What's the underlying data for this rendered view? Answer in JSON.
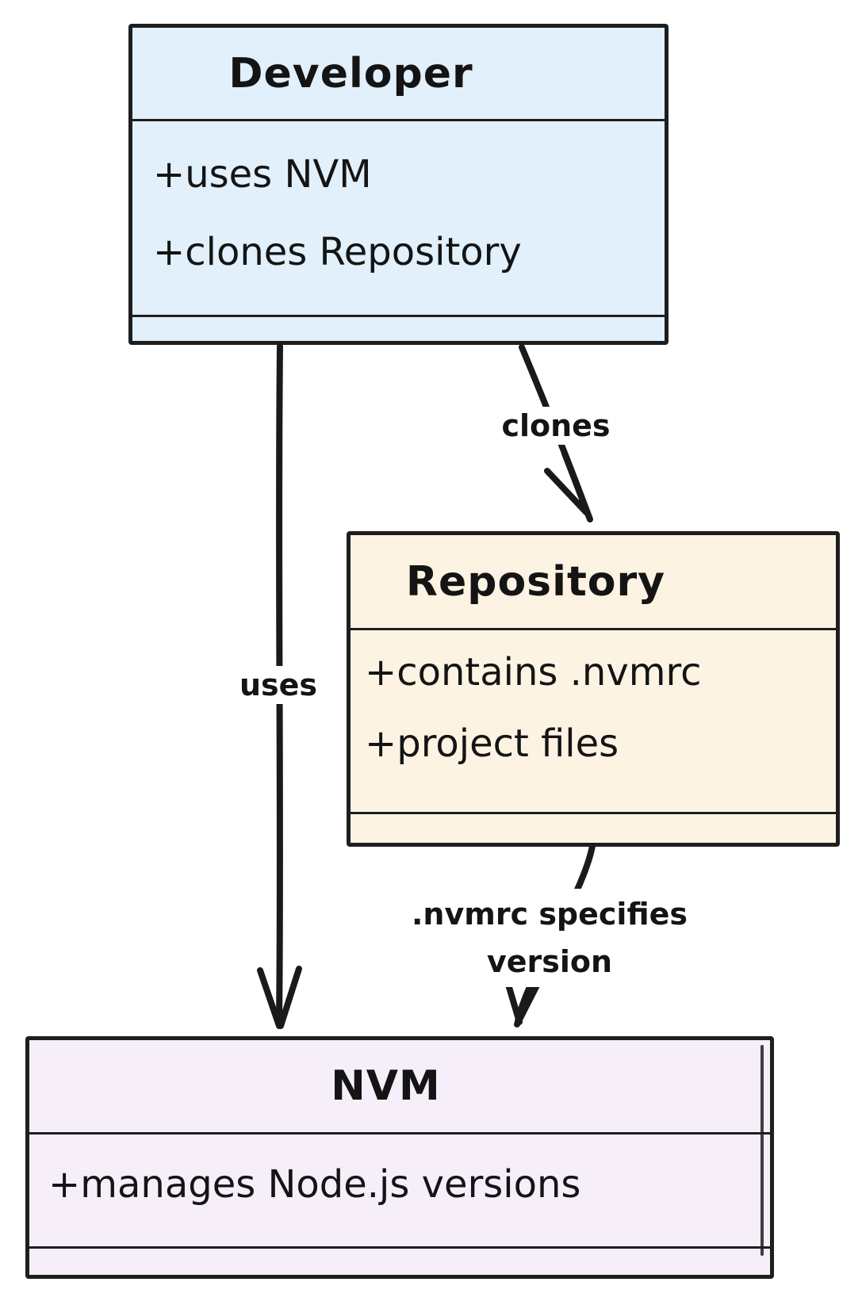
{
  "colors": {
    "border": "#1e1e1e",
    "text": "#141414",
    "arrow": "#1a1a1a",
    "developer-fill": "#e1f0fa",
    "repository-fill": "#fdf3e3",
    "nvm-fill": "#f6effa",
    "label-bg": "#ffffff",
    "canvas-bg": "#ffffff"
  },
  "classes": {
    "developer": {
      "title": "Developer",
      "attributes": [
        "+uses NVM",
        "+clones Repository"
      ]
    },
    "repository": {
      "title": "Repository",
      "attributes": [
        "+contains .nvmrc",
        "+project files"
      ]
    },
    "nvm": {
      "title": "NVM",
      "attributes": [
        "+manages Node.js versions"
      ]
    }
  },
  "edges": {
    "clones": {
      "label": "clones",
      "from": "Developer",
      "to": "Repository"
    },
    "uses": {
      "label": "uses",
      "from": "Developer",
      "to": "NVM"
    },
    "nvmrc": {
      "label": ".nvmrc specifies version",
      "label_line1": ".nvmrc specifies",
      "label_line2": "version",
      "from": "Repository",
      "to": "NVM"
    }
  }
}
